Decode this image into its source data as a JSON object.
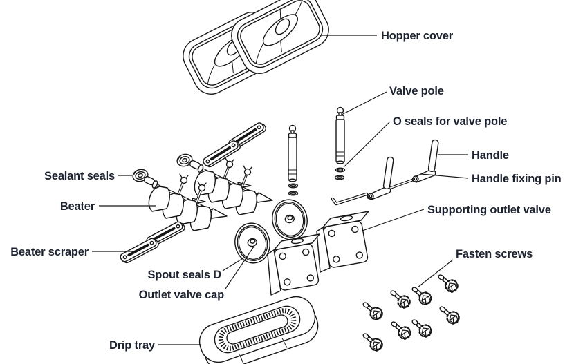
{
  "diagram": {
    "kind": "exploded-parts-diagram",
    "background_color": "#ffffff",
    "line_color": "#161616",
    "label_color": "#1d2230",
    "labels": {
      "hopper_cover": "Hopper cover",
      "valve_pole": "Valve pole",
      "o_seals_for_valve_pole": "O seals for valve pole",
      "handle": "Handle",
      "handle_fixing_pin": "Handle fixing pin",
      "sealant_seals": "Sealant seals",
      "beater": "Beater",
      "supporting_outlet_valve": "Supporting outlet valve",
      "beater_scraper": "Beater scraper",
      "spout_seals_d": "Spout seals D",
      "outlet_valve_cap": "Outlet valve cap",
      "fasten_screws": "Fasten screws",
      "drip_tray": "Drip tray"
    },
    "part_counts": {
      "hopper_cover": 2,
      "valve_pole": 2,
      "o_seal_rings": 4,
      "handle": 2,
      "handle_fixing_pin": 1,
      "sealant_seal": 2,
      "beater": 2,
      "beater_scraper": 4,
      "spout_seal": 2,
      "outlet_valve_body": 2,
      "fasten_screw": 8,
      "drip_tray": 1
    }
  }
}
